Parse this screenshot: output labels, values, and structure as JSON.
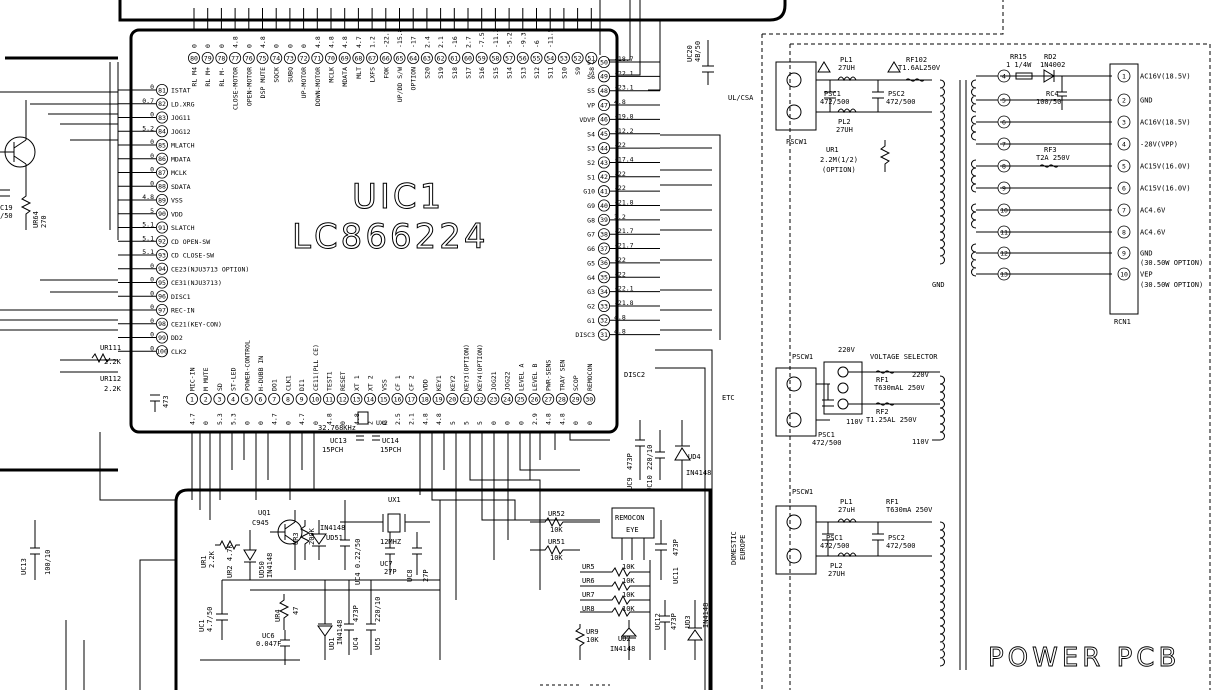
{
  "main_ic": {
    "ref": "UIC1",
    "part": "LC866224",
    "top_pins": [
      {
        "num": "80",
        "name": "RL M4",
        "v": "0"
      },
      {
        "num": "79",
        "name": "RL M+",
        "v": "0"
      },
      {
        "num": "78",
        "name": "RL M-",
        "v": "0"
      },
      {
        "num": "77",
        "name": "CLOSE-MOTOR",
        "v": "4.8"
      },
      {
        "num": "76",
        "name": "OPEN-MOTOR",
        "v": "0"
      },
      {
        "num": "75",
        "name": "DSP MUTE",
        "v": "4.8"
      },
      {
        "num": "74",
        "name": "SQCK",
        "v": "0"
      },
      {
        "num": "73",
        "name": "SUBQ",
        "v": "0"
      },
      {
        "num": "72",
        "name": "UP-MOTOR",
        "v": "0"
      },
      {
        "num": "71",
        "name": "DOWN-MOTOR",
        "v": "4.8"
      },
      {
        "num": "70",
        "name": "MCLK",
        "v": "4.8"
      },
      {
        "num": "69",
        "name": "MDATA",
        "v": "4.8"
      },
      {
        "num": "68",
        "name": "MLT",
        "v": "4.7"
      },
      {
        "num": "67",
        "name": "LXFS",
        "v": "1.2"
      },
      {
        "num": "66",
        "name": "FOK",
        "v": "-22.1"
      },
      {
        "num": "65",
        "name": "UP/DD S/W",
        "v": "-15.8"
      },
      {
        "num": "64",
        "name": "OPTION",
        "v": "-17"
      },
      {
        "num": "63",
        "name": "S20",
        "v": "2.4"
      },
      {
        "num": "62",
        "name": "S19",
        "v": "2.1"
      },
      {
        "num": "61",
        "name": "S18",
        "v": "-16"
      },
      {
        "num": "60",
        "name": "S17",
        "v": "2.7"
      },
      {
        "num": "59",
        "name": "S16",
        "v": "-7.5"
      },
      {
        "num": "58",
        "name": "S15",
        "v": "-11.3"
      },
      {
        "num": "57",
        "name": "S14",
        "v": "-5.2"
      },
      {
        "num": "56",
        "name": "S13",
        "v": "-9.3"
      },
      {
        "num": "55",
        "name": "S12",
        "v": "-6"
      },
      {
        "num": "54",
        "name": "S11",
        "v": "-11.5"
      },
      {
        "num": "53",
        "name": "S10",
        "v": ""
      },
      {
        "num": "52",
        "name": "S9",
        "v": ""
      },
      {
        "num": "51",
        "name": "S8",
        "v": ""
      }
    ],
    "left_pins": [
      {
        "num": "81",
        "name": "ISTAT",
        "v": "0"
      },
      {
        "num": "82",
        "name": "LD.XRG",
        "v": "0.7"
      },
      {
        "num": "83",
        "name": "JOG11",
        "v": "0"
      },
      {
        "num": "84",
        "name": "JOG12",
        "v": "5.2"
      },
      {
        "num": "85",
        "name": "MLATCH",
        "v": "0"
      },
      {
        "num": "86",
        "name": "MDATA",
        "v": "0"
      },
      {
        "num": "87",
        "name": "MCLK",
        "v": "0"
      },
      {
        "num": "88",
        "name": "SDATA",
        "v": "0"
      },
      {
        "num": "89",
        "name": "VSS",
        "v": "4.8"
      },
      {
        "num": "90",
        "name": "VDD",
        "v": "5"
      },
      {
        "num": "91",
        "name": "SLATCH",
        "v": "5.1"
      },
      {
        "num": "92",
        "name": "CD OPEN-SW",
        "v": "5.1"
      },
      {
        "num": "93",
        "name": "CD CLOSE-SW",
        "v": "5.1"
      },
      {
        "num": "94",
        "name": "CE23(NJU3713 OPTION)",
        "v": "0"
      },
      {
        "num": "95",
        "name": "CE31(NJU3713)",
        "v": "0"
      },
      {
        "num": "96",
        "name": "DISC1",
        "v": "0"
      },
      {
        "num": "97",
        "name": "REC-IN",
        "v": "0"
      },
      {
        "num": "98",
        "name": "CE21(KEY-CON)",
        "v": "0"
      },
      {
        "num": "99",
        "name": "DD2",
        "v": "0"
      },
      {
        "num": "100",
        "name": "CLK2",
        "v": "0"
      }
    ],
    "right_pins": [
      {
        "num": "50",
        "name": "S7",
        "v": "-18.7"
      },
      {
        "num": "49",
        "name": "S6",
        "v": "-22.1"
      },
      {
        "num": "48",
        "name": "S5",
        "v": "-23.1"
      },
      {
        "num": "47",
        "name": "VP",
        "v": "4.8"
      },
      {
        "num": "46",
        "name": "VDVP",
        "v": "-19.8"
      },
      {
        "num": "45",
        "name": "S4",
        "v": "-12.2"
      },
      {
        "num": "44",
        "name": "S3",
        "v": "-22"
      },
      {
        "num": "43",
        "name": "S2",
        "v": "-17.4"
      },
      {
        "num": "42",
        "name": "S1",
        "v": "-22"
      },
      {
        "num": "41",
        "name": "G10",
        "v": "-22"
      },
      {
        "num": "40",
        "name": "G9",
        "v": "-21.8"
      },
      {
        "num": "39",
        "name": "G8",
        "v": "3.2"
      },
      {
        "num": "38",
        "name": "G7",
        "v": "-21.7"
      },
      {
        "num": "37",
        "name": "G6",
        "v": "-21.7"
      },
      {
        "num": "36",
        "name": "G5",
        "v": "-22"
      },
      {
        "num": "35",
        "name": "G4",
        "v": "-22"
      },
      {
        "num": "34",
        "name": "G3",
        "v": "-22.1"
      },
      {
        "num": "33",
        "name": "G2",
        "v": "-21.8"
      },
      {
        "num": "32",
        "name": "G1",
        "v": "4.8"
      },
      {
        "num": "31",
        "name": "DISC3",
        "v": "4.8"
      }
    ],
    "right_extra": "DISC2",
    "bottom_pins": [
      {
        "num": "1",
        "name": "MIC-IN",
        "v": "4.7"
      },
      {
        "num": "2",
        "name": "M MUTE",
        "v": "0"
      },
      {
        "num": "3",
        "name": "SD",
        "v": "5.3"
      },
      {
        "num": "4",
        "name": "ST-LED",
        "v": "5.3"
      },
      {
        "num": "5",
        "name": "POWER-CONTROL",
        "v": "0"
      },
      {
        "num": "6",
        "name": "H-DUBB IN",
        "v": "0"
      },
      {
        "num": "7",
        "name": "DO1",
        "v": "4.7"
      },
      {
        "num": "8",
        "name": "CLK1",
        "v": "0"
      },
      {
        "num": "9",
        "name": "DI1",
        "v": "4.7"
      },
      {
        "num": "10",
        "name": "CE11(PLL CE)",
        "v": "0"
      },
      {
        "num": "11",
        "name": "TEST1",
        "v": "4.8"
      },
      {
        "num": "12",
        "name": "RESET",
        "v": "0"
      },
      {
        "num": "13",
        "name": "XT 1",
        "v": "4.8"
      },
      {
        "num": "14",
        "name": "XT 2",
        "v": "2"
      },
      {
        "num": "15",
        "name": "VSS",
        "v": "0"
      },
      {
        "num": "16",
        "name": "CF 1",
        "v": "2.5"
      },
      {
        "num": "17",
        "name": "CF 2",
        "v": "2.1"
      },
      {
        "num": "18",
        "name": "VDD",
        "v": "4.8"
      },
      {
        "num": "19",
        "name": "KEY1",
        "v": "4.8"
      },
      {
        "num": "20",
        "name": "KEY2",
        "v": "5"
      },
      {
        "num": "21",
        "name": "KEY3(OPTION)",
        "v": "5"
      },
      {
        "num": "22",
        "name": "KEY4(OPTION)",
        "v": "5"
      },
      {
        "num": "23",
        "name": "JOG21",
        "v": "0"
      },
      {
        "num": "24",
        "name": "JOG22",
        "v": "0"
      },
      {
        "num": "25",
        "name": "LEVEL A",
        "v": "0"
      },
      {
        "num": "26",
        "name": "LEVEL B",
        "v": "2.9"
      },
      {
        "num": "27",
        "name": "PWR-SENS",
        "v": "4.8"
      },
      {
        "num": "28",
        "name": "TRAY SEN",
        "v": "4.8"
      },
      {
        "num": "29",
        "name": "SCOP",
        "v": "0"
      },
      {
        "num": "30",
        "name": "REMOCON",
        "v": "0"
      }
    ]
  },
  "left_parts": {
    "c19": "C19",
    "c19_val": "/50",
    "ur64": "UR64",
    "ur64_val": "270",
    "ur111": "UR111",
    "ur111_val": "2.2K",
    "ur112": "UR112",
    "ur112_val": "2.2K",
    "cap473": "473",
    "uc13": "UC13",
    "uc13_val": "100/10"
  },
  "crystal": {
    "xtal": "32.768KHz",
    "ux2": "UX2",
    "uc13": "UC13",
    "uc13_val": "15PCH",
    "uc14": "UC14",
    "uc14_val": "15PCH"
  },
  "uc20": {
    "ref": "UC20",
    "val": "4B/50"
  },
  "right_bottom": {
    "uc9": "UC9",
    "uc9_val": "473P",
    "uc10": "UC10",
    "uc10_val": "220/10",
    "ud4": "UD4",
    "ud4_val": "IN4148",
    "etc": "ETC"
  },
  "bottom_circuit": {
    "ux1": "UX1",
    "xtal": "12MHZ",
    "uq1": "UQ1",
    "uq1_type": "C945",
    "ud51": "IN4148",
    "ud51_ref": "UD51",
    "uc4a": "UC4 0.22/50",
    "ur3": "UR3",
    "ur3_val": "200K",
    "uc7": "UC7",
    "uc7_val": "27P",
    "uc8": "UC8",
    "uc8_val": "27P",
    "ur1": "UR1",
    "ur1_val": "2.2K",
    "ur2": "UR2 4.7K",
    "ud50": "UD50",
    "ud50_val": "IN4148",
    "uc1": "UC1",
    "uc1_val": "4.7/50",
    "ur4": "UR4",
    "ur4_val": "47",
    "uc6": "UC6",
    "uc6_val": "0.047F",
    "ud1": "UD1",
    "ud1_val": "IN4148",
    "uc4b": "UC4",
    "uc4b_val": "473P",
    "uc5": "UC5",
    "uc5_val": "220/10",
    "ur52": "UR52",
    "ur52_val": "10K",
    "ur51": "UR51",
    "ur51_val": "10K",
    "remocon": "REMOCON",
    "eye": "EYE",
    "uc11": "UC11",
    "uc11_val": "473P",
    "ur5": "UR5",
    "ur6": "UR6",
    "ur7": "UR7",
    "ur8": "UR8",
    "ur9": "UR9",
    "r10k": "10K",
    "uc12": "UC12",
    "uc12_val": "473P",
    "ud2": "UD2",
    "ud2_val": "IN4148",
    "ud3": "UD3",
    "ud3_val": "IN4148"
  },
  "power": {
    "title": "POWER PCB",
    "ul_label": "UL/CSA",
    "pscw": "PSCW1",
    "pl1": "PL1",
    "pl1_val": "27UH",
    "pl2": "PL2",
    "pl2_val": "27UH",
    "rf102": "RF102",
    "rf102_val": "T1.6AL250V",
    "psc1": "PSC1",
    "psc1_val": "472/500",
    "psc2": "PSC2",
    "psc2_val": "472/500",
    "ur1": "UR1",
    "ur1_val": "2.2M(1/2)",
    "ur1_opt": "(OPTION)",
    "rr15": "RR15",
    "rr15_val": "1 1/4W",
    "rd2": "RD2",
    "rd2_val": "1N4002",
    "rc4": "RC4",
    "rc4_val": "100/50",
    "rf3": "RF3",
    "rf3_val": "T2A 250V",
    "gnd": "GND",
    "connector": "RCN1",
    "conn_pins": [
      {
        "n": "1",
        "label": "AC16V(18.5V)"
      },
      {
        "n": "2",
        "label": "GND"
      },
      {
        "n": "3",
        "label": "AC16V(18.5V)"
      },
      {
        "n": "4",
        "label": "-28V(VPP)"
      },
      {
        "n": "5",
        "label": "AC15V(16.0V)"
      },
      {
        "n": "6",
        "label": "AC15V(16.0V)"
      },
      {
        "n": "7",
        "label": "AC4.6V"
      },
      {
        "n": "8",
        "label": "AC4.6V"
      },
      {
        "n": "9",
        "label": "GND"
      },
      {
        "n": "10",
        "label": "VEP"
      }
    ],
    "option_9": "(30.50W OPTION)",
    "option_10": "(30.50W OPTION)",
    "sec_nodes": [
      "4",
      "5",
      "6",
      "7",
      "8",
      "9",
      "10",
      "11",
      "12",
      "13"
    ],
    "vs_title": "VOLTAGE SELECTOR",
    "vs_220": "220V",
    "vs_110": "110V",
    "rf1": "RF1",
    "rf1_val": "T630mAL 250V",
    "rf2": "RF2",
    "rf2_val": "T1.25AL 250V",
    "psc1b": "PSC1",
    "psc1b_val": "472/500",
    "eu_label1": "DOMESTIC",
    "eu_label2": "EUROPE",
    "pl1c": "PL1",
    "pl1c_val": "27uH",
    "rf1c": "RF1",
    "rf1c_val": "T630mA 250V",
    "psc1c": "PSC1",
    "psc1c_val": "472/500",
    "psc2c": "PSC2",
    "psc2c_val": "472/500",
    "pl2c": "PL2",
    "pl2c_val": "27UH"
  }
}
